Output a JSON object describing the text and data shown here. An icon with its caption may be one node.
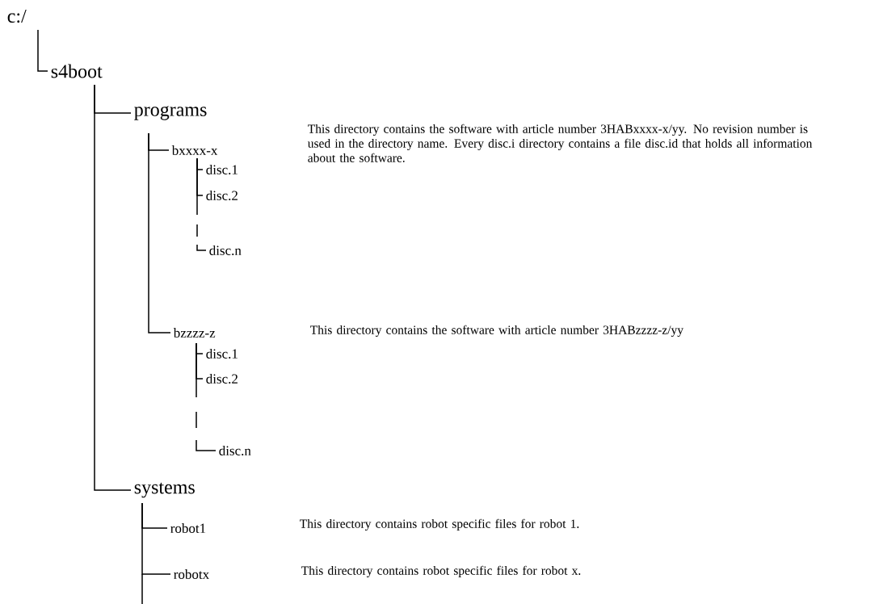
{
  "diagram": {
    "nodes": [
      {
        "text": [
          "c:/"
        ]
      },
      {
        "text": [
          "s4boot"
        ]
      },
      {
        "text": [
          "programs"
        ]
      },
      {
        "text": [
          "bxxxx-x"
        ]
      },
      {
        "text": [
          "disc.1"
        ]
      },
      {
        "text": [
          "disc.2"
        ]
      },
      {
        "text": [
          "disc.n"
        ]
      },
      {
        "text": [
          "bzzzz-z"
        ]
      },
      {
        "text": [
          "disc.1"
        ]
      },
      {
        "text": [
          "disc.2"
        ]
      },
      {
        "text": [
          "disc.n"
        ]
      },
      {
        "text": [
          "systems"
        ]
      },
      {
        "text": [
          "robot1"
        ]
      },
      {
        "text": [
          "robotx"
        ]
      }
    ],
    "edges": [
      {
        "from": 0,
        "to": 1,
        "arrow": "none"
      },
      {
        "from": 1,
        "to": 2,
        "arrow": "none"
      },
      {
        "from": 2,
        "to": 3,
        "arrow": "none"
      },
      {
        "from": 3,
        "to": 4,
        "arrow": "none"
      },
      {
        "from": 3,
        "to": 5,
        "arrow": "none"
      },
      {
        "from": 3,
        "to": 6,
        "arrow": "none",
        "style": "dashed"
      },
      {
        "from": 2,
        "to": 7,
        "arrow": "none"
      },
      {
        "from": 7,
        "to": 8,
        "arrow": "none"
      },
      {
        "from": 7,
        "to": 9,
        "arrow": "none"
      },
      {
        "from": 7,
        "to": 10,
        "arrow": "none",
        "style": "dashed"
      },
      {
        "from": 1,
        "to": 11,
        "arrow": "none"
      },
      {
        "from": 11,
        "to": 12,
        "arrow": "none"
      },
      {
        "from": 11,
        "to": 13,
        "arrow": "none"
      }
    ],
    "labels": [
      "This directory contains the software with article number 3HABxxxx-x/yy. No revision number is used in the directory name. Every disc.i directory contains a file disc.id that holds all information about the software.",
      "This directory contains the software with article number 3HABzzzz-z/yy",
      "This directory contains robot specific files for robot 1.",
      "This directory contains robot specific files for robot x."
    ]
  }
}
